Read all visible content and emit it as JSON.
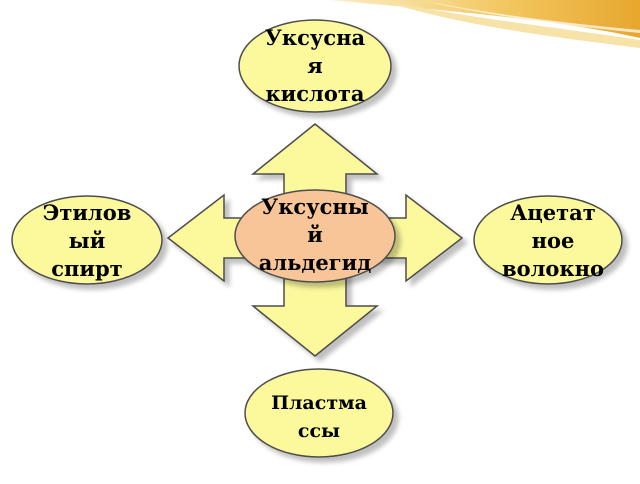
{
  "colors": {
    "node_fill": "#fbf99c",
    "center_fill": "#f8c599",
    "arrow_fill": "#fbf99c",
    "outline": "#4d4d4d",
    "banner_dark": "#e7a72e",
    "banner_light": "#f7e3a8"
  },
  "diagram": {
    "center": {
      "label": "Уксусны\nй\nальдегид"
    },
    "nodes": {
      "top": {
        "label": "Уксусна\nя\nкислота"
      },
      "left": {
        "label": "Этилов\nый\nспирт"
      },
      "right": {
        "label": "Ацетат\nное\nволокно"
      },
      "bottom": {
        "label": "Пластма\nссы"
      }
    }
  }
}
